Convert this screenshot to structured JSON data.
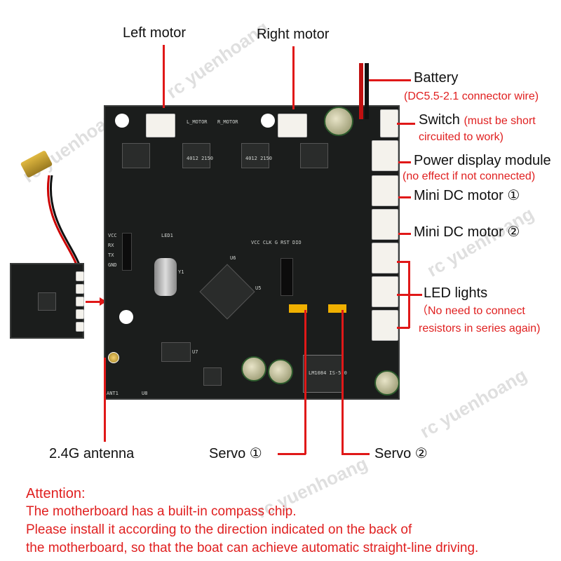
{
  "labels": {
    "left_motor": "Left motor",
    "right_motor": "Right motor",
    "battery": "Battery",
    "battery_note": "(DC5.5-2.1 connector wire)",
    "switch": "Switch",
    "switch_note_1": "(must be short",
    "switch_note_2": "circuited to work)",
    "power_display": "Power display module",
    "power_display_note": "(no effect if not connected)",
    "mini_dc_1": "Mini DC motor ①",
    "mini_dc_2": "Mini DC motor ②",
    "led_lights": "LED lights",
    "led_note_1": "（No need to connect",
    "led_note_2": "resistors in series again)",
    "antenna": "2.4G antenna",
    "servo_1": "Servo ①",
    "servo_2": "Servo ②"
  },
  "attention": {
    "title": "Attention:",
    "line1": "The motherboard has a built-in compass chip.",
    "line2": "Please install it according to the direction indicated on the back of",
    "line3": "the motherboard, so that the boat can achieve automatic straight-line driving."
  },
  "watermark": "rc yuenhoang",
  "board_silk": {
    "l_motor": "L_MOTOR",
    "r_motor": "R_MOTOR",
    "pins_left": [
      "VCC",
      "RX",
      "TX",
      "GND"
    ],
    "header_top": "VCC CLK G RST DIO",
    "cap_label": "4012 2150",
    "reg": "LM1084 IS-5.0",
    "u6": "U6",
    "u5": "U5",
    "u8": "U8",
    "u7": "U7",
    "ant": "ANT1",
    "y1": "Y1",
    "led1": "LED1"
  },
  "colors": {
    "accent": "#e02020",
    "board": "#1b1d1c"
  }
}
